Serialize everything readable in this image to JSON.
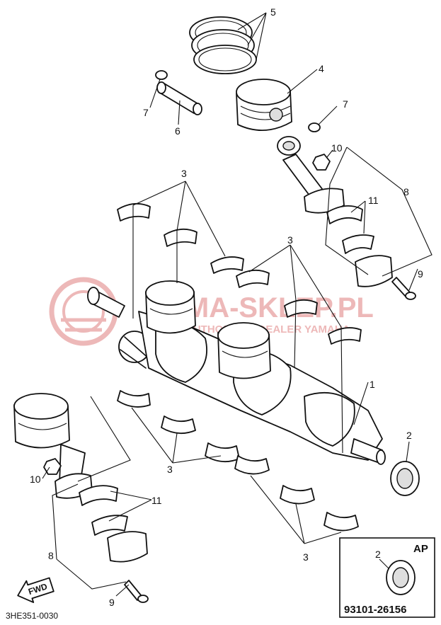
{
  "callouts": {
    "c1": "1",
    "c2": "2",
    "c3a": "3",
    "c3b": "3",
    "c3c": "3",
    "c3d": "3",
    "c4": "4",
    "c5": "5",
    "c6": "6",
    "c7a": "7",
    "c7b": "7",
    "c8a": "8",
    "c8b": "8",
    "c9a": "9",
    "c9b": "9",
    "c10a": "10",
    "c10b": "10",
    "c11a": "11",
    "c11b": "11"
  },
  "inset": {
    "tag": "AP",
    "callout": "2",
    "part_number": "93101-26156"
  },
  "fwd_label": "FWD",
  "drawing_code": "3HE351-0030",
  "watermark": {
    "line1": "YAMA-SKLEP.PL",
    "line2": "AUTHORIZED DEALER YAMAHA"
  }
}
